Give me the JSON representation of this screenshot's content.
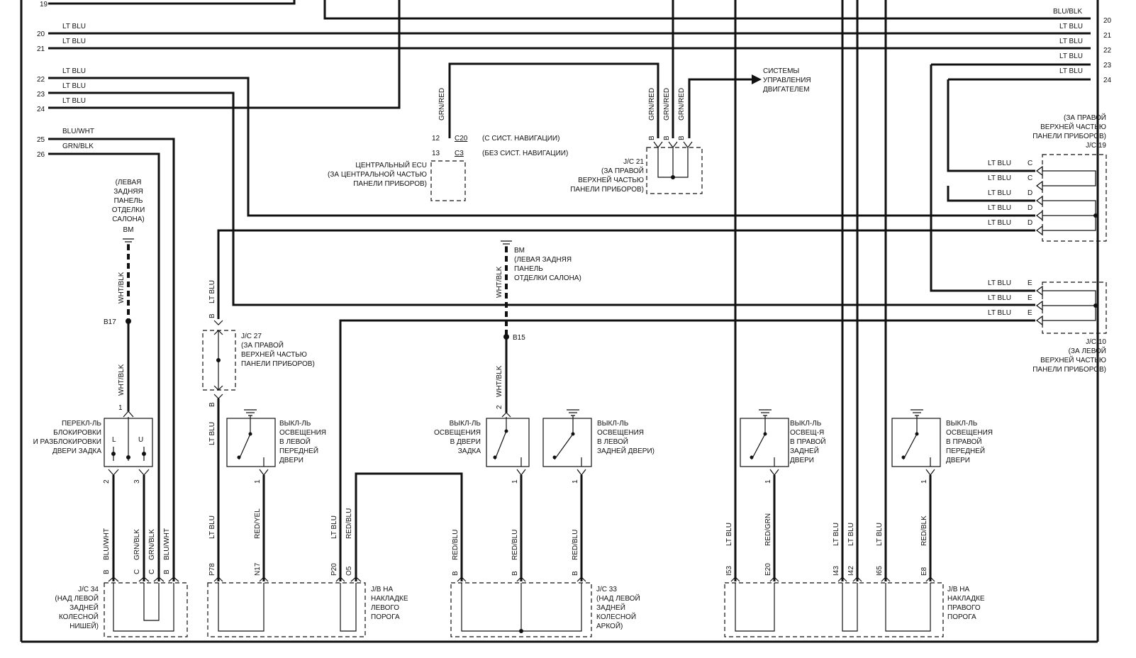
{
  "wires_left": [
    {
      "num": "19",
      "color": ""
    },
    {
      "num": "20",
      "color": "LT BLU"
    },
    {
      "num": "21",
      "color": "LT BLU"
    },
    {
      "num": "22",
      "color": "LT BLU"
    },
    {
      "num": "23",
      "color": "LT BLU"
    },
    {
      "num": "24",
      "color": "LT BLU"
    },
    {
      "num": "25",
      "color": "BLU/WHT"
    },
    {
      "num": "26",
      "color": "GRN/BLK"
    }
  ],
  "wires_right": [
    {
      "num": "20",
      "color": "BLU/BLK"
    },
    {
      "num": "21",
      "color": "LT BLU"
    },
    {
      "num": "22",
      "color": "LT BLU"
    },
    {
      "num": "23",
      "color": "LT BLU"
    },
    {
      "num": "24",
      "color": "LT BLU"
    },
    {
      "num": "",
      "color": "LT BLU"
    }
  ],
  "ecu": {
    "lines": [
      "ЦЕНТРАЛЬНЫЙ ECU",
      "(ЗА ЦЕНТРАЛЬНОЙ ЧАСТЬЮ",
      "ПАНЕЛИ ПРИБОРОВ)"
    ],
    "pin1": "12",
    "conn1": "C20",
    "note1": "(С СИСТ. НАВИГАЦИИ)",
    "pin2": "13",
    "conn2": "C3",
    "note2": "(БЕЗ СИСТ. НАВИГАЦИИ)",
    "wire": "GRN/RED"
  },
  "engine": {
    "lines": [
      "СИСТЕМЫ",
      "УПРАВЛЕНИЯ",
      "ДВИГАТЕЛЕМ"
    ]
  },
  "jc21": {
    "lines": [
      "J/C 21",
      "(ЗА ПРАВОЙ",
      "ВЕРХНЕЙ ЧАСТЬЮ",
      "ПАНЕЛИ ПРИБОРОВ)"
    ],
    "wire": "GRN/RED",
    "pin": "B"
  },
  "jc19": {
    "lines": [
      "(ЗА ПРАВОЙ",
      "ВЕРХНЕЙ ЧАСТЬЮ",
      "ПАНЕЛИ ПРИБОРОВ)",
      "J/C 19"
    ],
    "rows": [
      {
        "color": "LT BLU",
        "pin": "C"
      },
      {
        "color": "LT BLU",
        "pin": "C"
      },
      {
        "color": "LT BLU",
        "pin": "D"
      },
      {
        "color": "LT BLU",
        "pin": "D"
      },
      {
        "color": "LT BLU",
        "pin": "D"
      }
    ]
  },
  "jc10": {
    "lines": [
      "J/C 10",
      "(ЗА ЛЕВОЙ",
      "ВЕРХНЕЙ ЧАСТЬЮ",
      "ПАНЕЛИ ПРИБОРОВ)"
    ],
    "rows": [
      {
        "color": "LT BLU",
        "pin": "E"
      },
      {
        "color": "LT BLU",
        "pin": "E"
      },
      {
        "color": "LT BLU",
        "pin": "E"
      }
    ]
  },
  "ground_left": {
    "lines": [
      "(ЛЕВАЯ",
      "ЗАДНЯЯ",
      "ПАНЕЛЬ",
      "ОТДЕЛКИ",
      "САЛОНА)"
    ],
    "code": "BM",
    "splice": "B17",
    "wire": "WHT/BLK"
  },
  "ground_mid": {
    "lines": [
      "BM",
      "(ЛЕВАЯ ЗАДНЯЯ",
      "ПАНЕЛЬ",
      "ОТДЕЛКИ САЛОНА)"
    ],
    "splice": "B15",
    "wire": "WHT/BLK",
    "pin": "2"
  },
  "lock_switch": {
    "lines": [
      "ПЕРЕКЛ-ЛЬ",
      "БЛОКИРОВКИ",
      "И РАЗБЛОКИРОВКИ",
      "ДВЕРИ ЗАДКА"
    ],
    "pin_top": "1",
    "label_l": "L",
    "label_u": "U",
    "pin_2": "2",
    "pin_3": "3"
  },
  "jc27": {
    "lines": [
      "J/C 27",
      "(ЗА ПРАВОЙ",
      "ВЕРХНЕЙ ЧАСТЬЮ",
      "ПАНЕЛИ ПРИБОРОВ)"
    ],
    "wire": "LT BLU",
    "pin": "B"
  },
  "sw_lf": {
    "lines": [
      "ВЫКЛ-ЛЬ",
      "ОСВЕЩЕНИЯ",
      "В ЛЕВОЙ",
      "ПЕРЕДНЕЙ",
      "ДВЕРИ"
    ],
    "pin": "1"
  },
  "sw_tail": {
    "lines": [
      "ВЫКЛ-ЛЬ",
      "ОСВЕЩЕНИЯ",
      "В ДВЕРИ",
      "ЗАДКА"
    ],
    "pin": "1"
  },
  "sw_lr": {
    "lines": [
      "ВЫКЛ-ЛЬ",
      "ОСВЕЩЕНИЯ",
      "В ЛЕВОЙ",
      "ЗАДНЕЙ ДВЕРИ)"
    ],
    "pin": "1"
  },
  "sw_rr": {
    "lines": [
      "ВЫКЛ-ЛЬ",
      "ОСВЕЩ-Я",
      "В ПРАВОЙ",
      "ЗАДНЕЙ",
      "ДВЕРИ"
    ],
    "pin": "1"
  },
  "sw_rf": {
    "lines": [
      "ВЫКЛ-ЛЬ",
      "ОСВЕЩЕНИЯ",
      "В ПРАВОЙ",
      "ПЕРЕДНЕЙ",
      "ДВЕРИ"
    ],
    "pin": "1"
  },
  "jc34": {
    "lines": [
      "J/C 34",
      "(НАД ЛЕВОЙ",
      "ЗАДНЕЙ",
      "КОЛЕСНОЙ",
      "НИШЕЙ)"
    ],
    "wires": [
      "BLU/WHT",
      "GRN/BLK",
      "GRN/BLK",
      "BLU/WHT"
    ],
    "pins": [
      "B",
      "C",
      "C",
      "B"
    ]
  },
  "jb_left": {
    "lines": [
      "J/B НА",
      "НАКЛАДКЕ",
      "ЛЕВОГО",
      "ПОРОГА"
    ],
    "wires": [
      "LT BLU",
      "RED/YEL",
      "LT BLU",
      "RED/BLU"
    ],
    "pins": [
      "P78",
      "N17",
      "P20",
      "O5"
    ]
  },
  "jc33": {
    "lines": [
      "J/C 33",
      "(НАД ЛЕВОЙ",
      "ЗАДНЕЙ",
      "КОЛЕСНОЙ",
      "АРКОЙ)"
    ],
    "wires": [
      "RED/BLU",
      "RED/BLU",
      "RED/BLU"
    ],
    "pins": [
      "B",
      "B",
      "B"
    ]
  },
  "jb_right": {
    "lines": [
      "J/B НА",
      "НАКЛАДКЕ",
      "ПРАВОГО",
      "ПОРОГА"
    ],
    "wires": [
      "LT BLU",
      "RED/GRN",
      "LT BLU",
      "LT BLU",
      "LT BLU",
      "RED/BLK"
    ],
    "pins": [
      "I53",
      "E20",
      "I43",
      "I42",
      "I65",
      "E8"
    ]
  }
}
